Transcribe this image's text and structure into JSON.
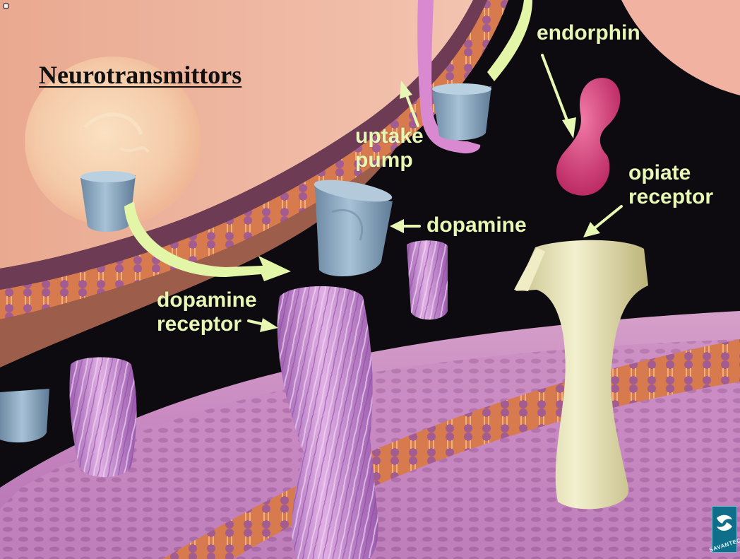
{
  "title": "Neurotransmittors",
  "labels": {
    "endorphin": "endorphin",
    "uptake_line1": "uptake",
    "uptake_line2": "pump",
    "opiate_line1": "opiate",
    "opiate_line2": "receptor",
    "dopamine": "dopamine",
    "dopamine_receptor_line1": "dopamine",
    "dopamine_receptor_line2": "receptor"
  },
  "logo": {
    "text": "SAVANTEC"
  },
  "colors": {
    "label_text": "#e7f7b4",
    "background_space": "#0d0a10",
    "upper_cell": "#f2b59c",
    "lower_membrane": "#d494c8",
    "dopamine_molecule": "#8fb0c8",
    "dopamine_receptor": "#c98fd3",
    "endorphin": "#d8407a",
    "opiate_receptor": "#e7e2b2"
  }
}
